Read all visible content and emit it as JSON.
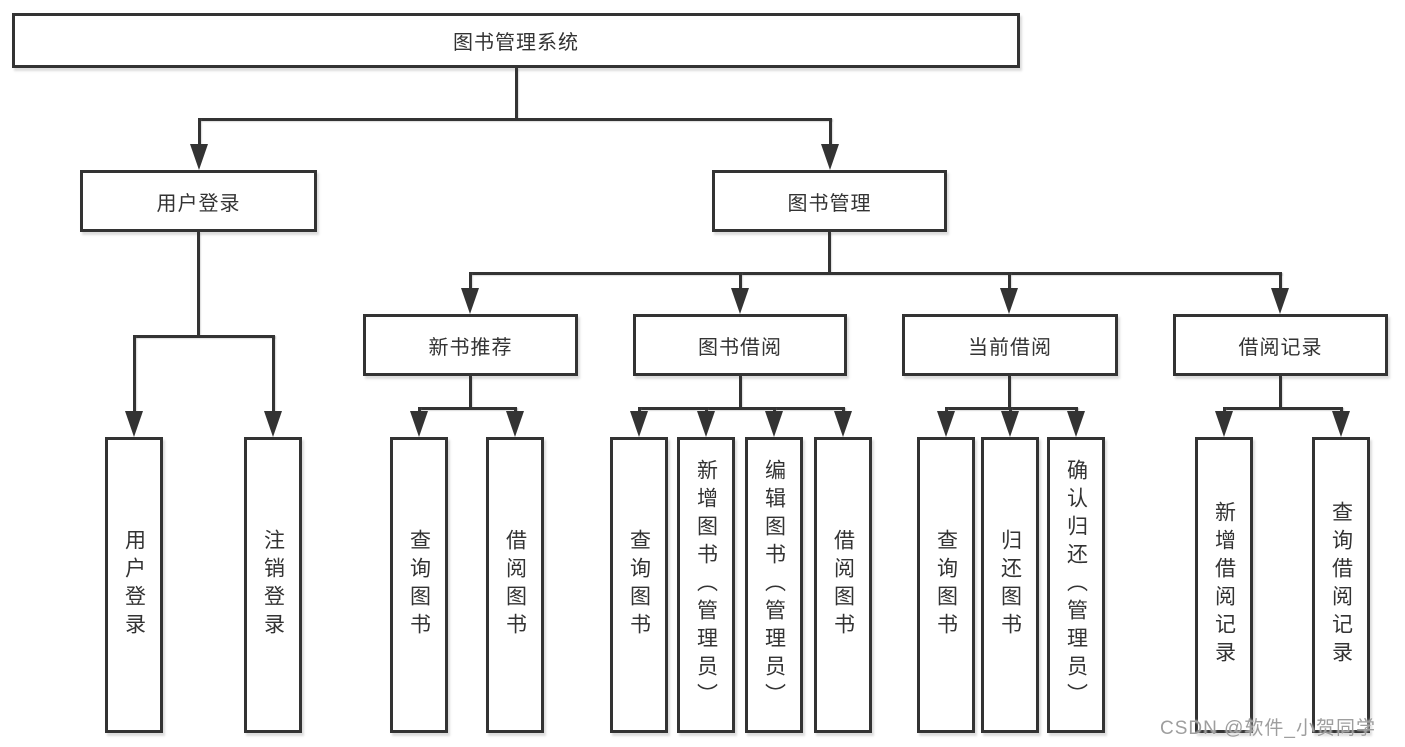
{
  "diagram": {
    "title": "图书管理系统",
    "level2": {
      "user_login": "用户登录",
      "book_management": "图书管理"
    },
    "level3": {
      "new_book_recommend": "新书推荐",
      "book_borrowing": "图书借阅",
      "current_borrowing": "当前借阅",
      "borrowing_records": "借阅记录"
    },
    "leaves": {
      "user_login": [
        "用户登录",
        "注销登录"
      ],
      "new_book_recommend": [
        "查询图书",
        "借阅图书"
      ],
      "book_borrowing": [
        "查询图书",
        "新增图书（管理员）",
        "编辑图书（管理员）",
        "借阅图书"
      ],
      "current_borrowing": [
        "查询图书",
        "归还图书",
        "确认归还（管理员）"
      ],
      "borrowing_records": [
        "新增借阅记录",
        "查询借阅记录"
      ]
    },
    "watermark": "CSDN @软件_小贺同学",
    "colors": {
      "line": "#333333",
      "text": "#333333",
      "background": "#ffffff",
      "watermark": "#9e9e9e"
    }
  }
}
